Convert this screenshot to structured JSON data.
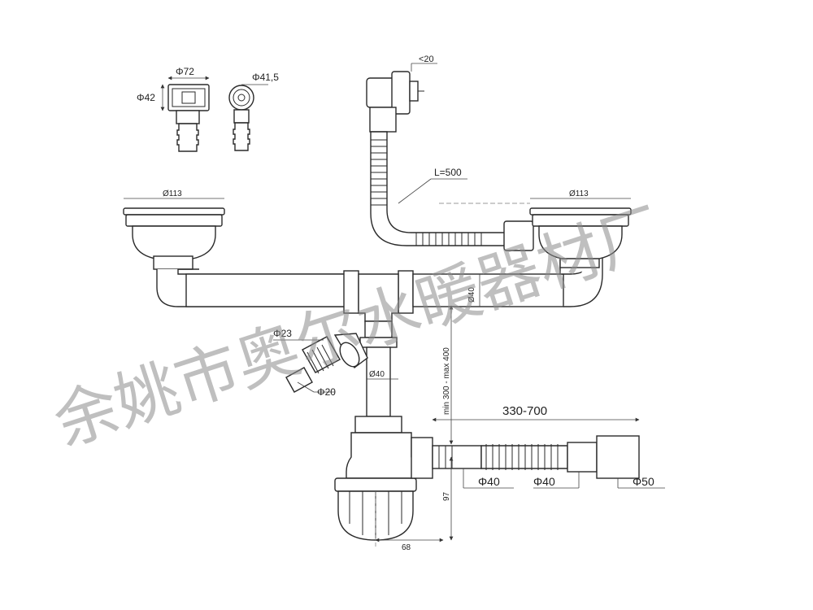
{
  "watermark": "余姚市奥尔水暖器材厂",
  "labels": {
    "box_width": "Φ72",
    "box_height": "Φ42",
    "round_outlet": "Φ41,5",
    "overflow_gap": "<20",
    "hose_length": "L=500",
    "left_strainer": "Ø113",
    "right_strainer": "Ø113",
    "pipe_dia": "Ø40",
    "side_inlet": "Φ23",
    "hose_tail": "Φ20",
    "tee_dia": "Ø40",
    "height_range": "min 300 - max 400",
    "outlet_length": "330-700",
    "outlet_in": "Φ40",
    "outlet_mid": "Φ40",
    "outlet_end": "Φ50",
    "trap_height": "97",
    "trap_offset": "68"
  }
}
